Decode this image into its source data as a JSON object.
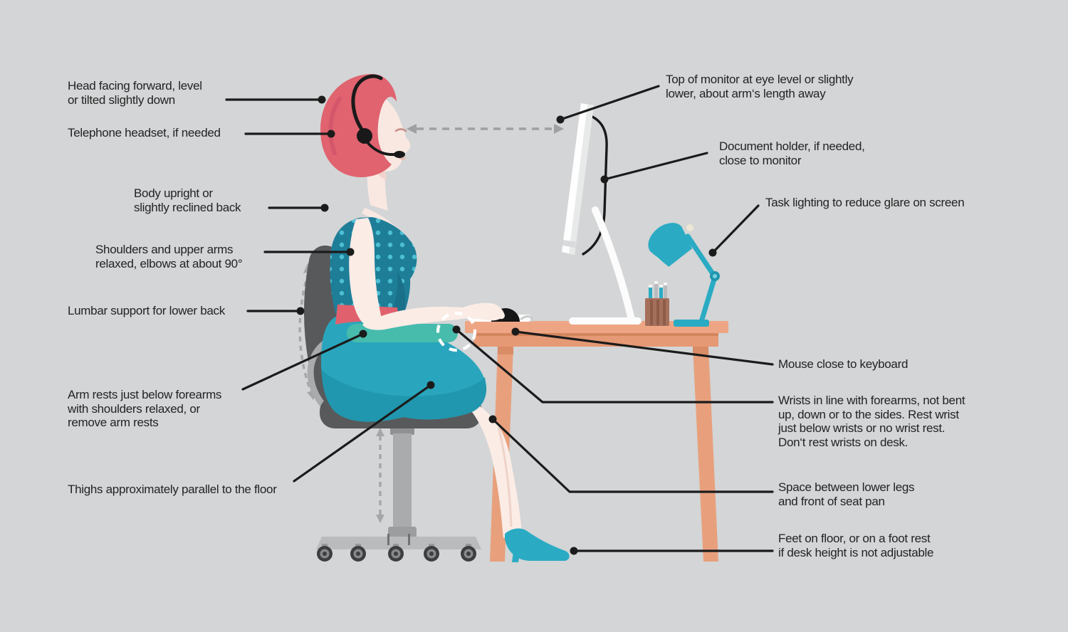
{
  "diagram": {
    "subject": "ergonomic-sitting-posture-at-computer-workstation",
    "labels": {
      "left": [
        {
          "id": "head-position",
          "text": "Head facing forward, level\nor tilted slightly down"
        },
        {
          "id": "telephone-headset",
          "text": "Telephone headset, if needed"
        },
        {
          "id": "body-upright",
          "text": "Body upright or\nslightly reclined back"
        },
        {
          "id": "shoulders-arms",
          "text": "Shoulders and upper arms\nrelaxed, elbows at about 90°"
        },
        {
          "id": "lumbar-support",
          "text": "Lumbar support for lower back"
        },
        {
          "id": "arm-rests",
          "text": "Arm rests just below forearms\nwith shoulders relaxed, or\nremove arm rests"
        },
        {
          "id": "thighs",
          "text": "Thighs approximately parallel to the floor"
        }
      ],
      "right": [
        {
          "id": "monitor-top",
          "text": "Top of monitor at eye level or slightly\nlower, about arm‘s length away"
        },
        {
          "id": "document-holder",
          "text": "Document holder, if needed,\nclose to monitor"
        },
        {
          "id": "task-lighting",
          "text": "Task lighting to reduce glare on screen"
        },
        {
          "id": "mouse",
          "text": "Mouse close to keyboard"
        },
        {
          "id": "wrists",
          "text": "Wrists in line with forearms, not bent\nup, down or to the sides. Rest wrist\njust below wrists or no wrist rest.\nDon‘t rest wrists on desk."
        },
        {
          "id": "leg-space",
          "text": "Space between lower legs\nand front of seat pan"
        },
        {
          "id": "feet",
          "text": "Feet on floor, or on a foot rest\nif desk height is not adjustable"
        }
      ]
    },
    "colors": {
      "background": "#d3d5d6",
      "text": "#232323",
      "leader_line": "#1b1b1b",
      "hair": "#e0636f",
      "skin": "#f9e8e2",
      "dress_top": "#1e7e98",
      "dress_dots": "#4cbfd4",
      "waistband": "#e0606d",
      "skirt": "#29a6bd",
      "armrest_pad": "#47bcac",
      "chair_dark": "#58595b",
      "chair_metal": "#a9abad",
      "desk_wood": "#eea584",
      "teal_accent": "#2aabc3",
      "monitor_white": "#fefefe",
      "guide_dash": "#a4a6a8"
    }
  }
}
